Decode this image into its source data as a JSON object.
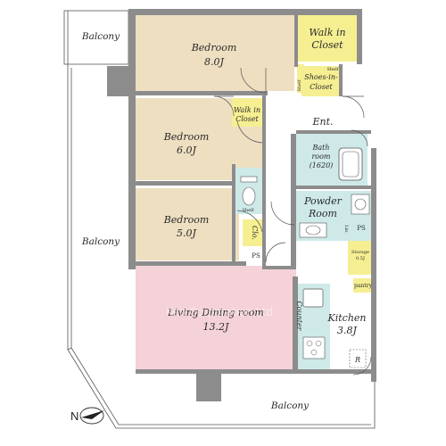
{
  "rooms": {
    "bedroom1": {
      "name": "Bedroom",
      "size": "8.0J"
    },
    "bedroom2": {
      "name": "Bedroom",
      "size": "6.0J"
    },
    "bedroom3": {
      "name": "Bedroom",
      "size": "5.0J"
    },
    "walkin1": {
      "line1": "Walk in",
      "line2": "Closet"
    },
    "walkin2": {
      "line1": "Walk in",
      "line2": "Closet"
    },
    "shoes": {
      "line1": "Shoes-in-",
      "line2": "Closet"
    },
    "shelf_a": "Shelf",
    "shelf_b": "Shelf",
    "shelf_c": "Shelf",
    "entrance": "Ent.",
    "bath": {
      "line1": "Bath",
      "line2": "room",
      "line3": "(1620)"
    },
    "powder": {
      "line1": "Powder",
      "line2": "Room"
    },
    "clo": "Clo.",
    "lin": "Lin.",
    "ps_a": "PS",
    "ps_b": "PS",
    "storage": {
      "line1": "Storage",
      "line2": "0.5J"
    },
    "pantry": "pantry",
    "living": {
      "name": "Living Dining room",
      "size": "13.2J"
    },
    "kitchen": {
      "name": "Kitchen",
      "size": "3.8J"
    },
    "counter": "Counter",
    "fridge": "R"
  },
  "balconies": {
    "top": "Balcony",
    "left": "Balcony",
    "bottom": "Balcony"
  },
  "compass": {
    "label": "N"
  },
  "watermark": "Ken Corporation Ltd",
  "colors": {
    "bedroom": "#eedfc1",
    "living": "#f4d2d8",
    "closet": "#f6ef92",
    "wet": "#cfe9e9",
    "wall": "#8c8c8c",
    "balcony_outline": "#555555"
  }
}
